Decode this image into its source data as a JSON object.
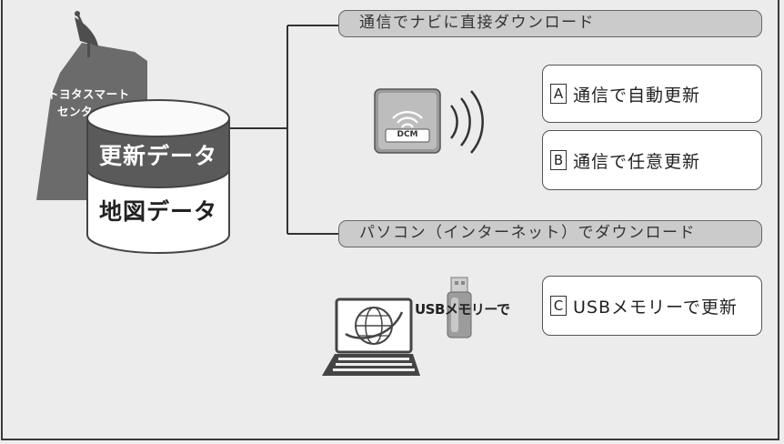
{
  "center": {
    "line1": "トヨタスマート",
    "line2": "センター"
  },
  "database": {
    "top_label": "更新データ",
    "bottom_label": "地図データ"
  },
  "routes": {
    "telematics": "通信でナビに直接ダウンロード",
    "pc": "パソコン（インターネット）でダウンロード"
  },
  "device": {
    "label": "DCM"
  },
  "usb_label": "USBメモリーで",
  "options": [
    {
      "key": "A",
      "label": "通信で自動更新"
    },
    {
      "key": "B",
      "label": "通信で任意更新"
    },
    {
      "key": "C",
      "label": "USBメモリーで更新"
    }
  ],
  "colors": {
    "background": "#ededed",
    "route_box": "#cbcbcb",
    "db_top": "#5a5a5a",
    "db_body": "#ffffff",
    "building": "#6b6b6b"
  }
}
